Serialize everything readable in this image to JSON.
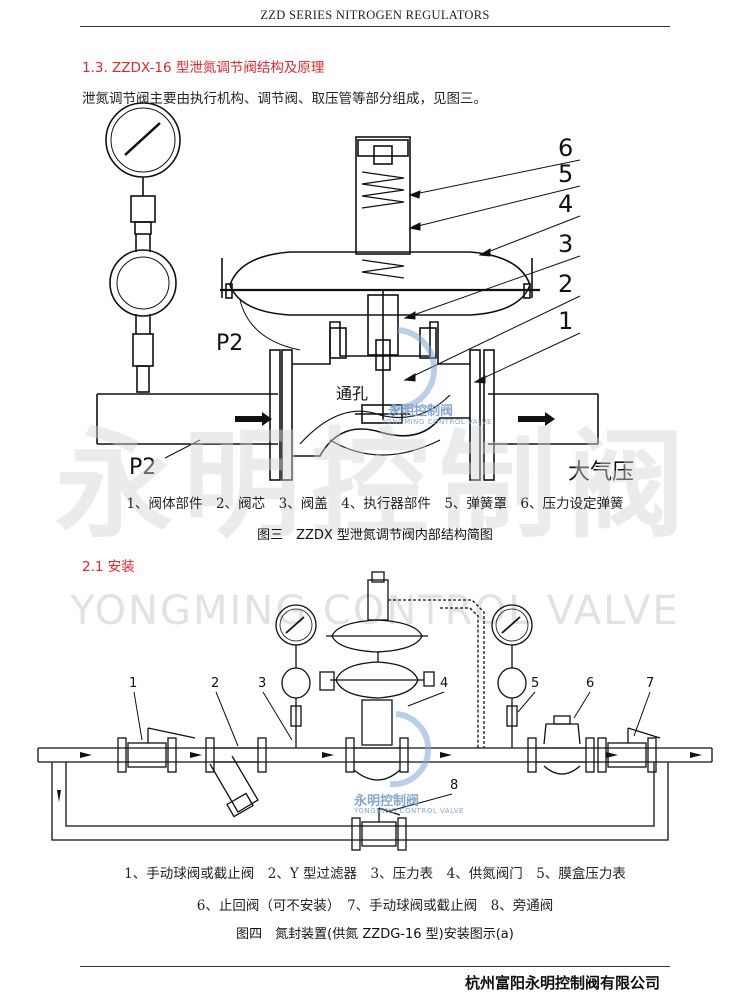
{
  "header": {
    "title": "ZZD SERIES NITROGEN REGULATORS"
  },
  "section1": {
    "title": "1.3. ZZDX-16 型泄氮调节阀结构及原理",
    "intro": "泄氮调节阀主要由执行机构、调节阀、取压管等部分组成，见图三。"
  },
  "figure3": {
    "callouts": [
      "6",
      "5",
      "4",
      "3",
      "2",
      "1"
    ],
    "label_p2_upper": "P2",
    "label_p2_lower": "P2",
    "label_hole": "通孔",
    "label_atm": "大气压",
    "legend": "1、阀体部件　2、阀芯　3、阀盖　4、执行器部件　5、弹簧罩　6、压力设定弹簧",
    "caption": "图三　ZZDX 型泄氮调节阀内部结构简图"
  },
  "section2": {
    "title": "2.1 安装"
  },
  "figure4": {
    "callouts": [
      "1",
      "2",
      "3",
      "4",
      "5",
      "6",
      "7",
      "8"
    ],
    "legend_line1": "1、手动球阀或截止阀　2、Y 型过滤器　3、压力表　4、供氮阀门　5、膜盒压力表",
    "legend_line2": "6、止回阀（可不安装）　7、手动球阀或截止阀　8、旁通阀",
    "caption": "图四　氮封装置(供氮 ZZDG-16 型)安装图示(a)"
  },
  "watermark": {
    "big": "永明控制阀",
    "sub": "YONGMING CONTROL VALVE",
    "small": "永明控制阀",
    "small_sub": "YONGMING CONTROL VALVE"
  },
  "footer": {
    "company": "杭州富阳永明控制阀有限公司"
  }
}
